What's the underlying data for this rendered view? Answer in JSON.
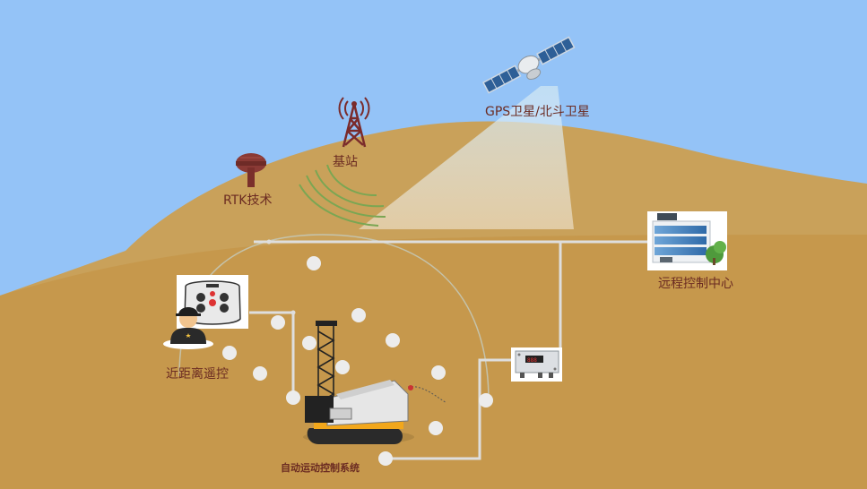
{
  "labels": {
    "gps": "GPS卫星/北斗卫星",
    "base_station": "基站",
    "rtk": "RTK技术",
    "remote_center": "远程控制中心",
    "near_remote": "近距离遥控",
    "auto_system": "自动运动控制系统"
  },
  "colors": {
    "sky": "#94c3f7",
    "ground": "#c89a4e",
    "ground_back": "#c9a15a",
    "label": "#6b2b22",
    "line": "#dedede",
    "signal": "#7aa653"
  },
  "icons": {
    "satellite": "satellite-icon",
    "tower": "tower-icon",
    "rtk": "rtk-antenna-icon",
    "building": "building-icon",
    "controller": "remote-controller-icon",
    "operator": "operator-icon",
    "display_box": "control-box-icon",
    "drill": "drill-rig-icon"
  }
}
